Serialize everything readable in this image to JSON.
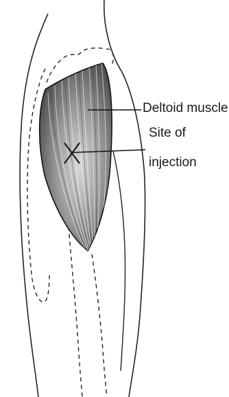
{
  "labels": {
    "deltoid": "Deltoid muscle",
    "site_line1": "Site of",
    "site_line2": "injection"
  }
}
